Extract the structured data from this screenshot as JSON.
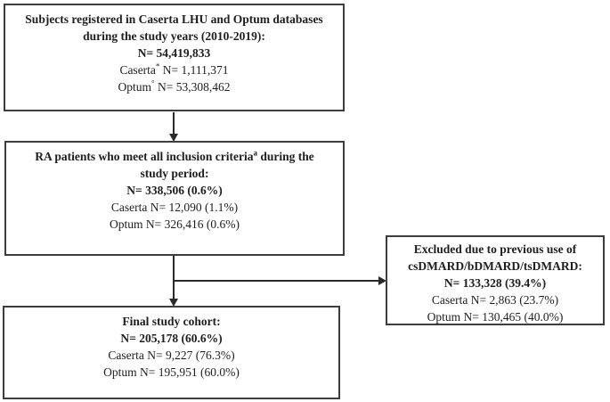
{
  "colors": {
    "background": "#ffffff",
    "box_border": "#3d3d3d",
    "text": "#1e1e1e",
    "arrow": "#2a2a2a"
  },
  "boxes": {
    "registered": {
      "line1": "Subjects registered in Caserta LHU and Optum databases",
      "line2": "during the study years (2010-2019):",
      "line3": "N= 54,419,833",
      "line4": {
        "pre": "Caserta",
        "sup": "*",
        "post": " N= 1,111,371"
      },
      "line5": {
        "pre": "Optum",
        "sup": "°",
        "post": " N= 53,308,462"
      }
    },
    "inclusion": {
      "line1": {
        "pre": "RA patients who meet all inclusion criteria",
        "sup": "a",
        "post": " during the"
      },
      "line2": "study period:",
      "line3": "N= 338,506 (0.6%)",
      "line4": "Caserta N= 12,090 (1.1%)",
      "line5": "Optum N= 326,416 (0.6%)"
    },
    "excluded": {
      "line1": "Excluded due to previous use of",
      "line2": "csDMARD/bDMARD/tsDMARD:",
      "line3": "N= 133,328 (39.4%)",
      "line4": "Caserta N= 2,863 (23.7%)",
      "line5": "Optum N= 130,465 (40.0%)"
    },
    "final": {
      "line1": "Final study cohort:",
      "line2": "N= 205,178 (60.6%)",
      "line3": "Caserta N= 9,227 (76.3%)",
      "line4": "Optum N= 195,951 (60.0%)"
    }
  }
}
